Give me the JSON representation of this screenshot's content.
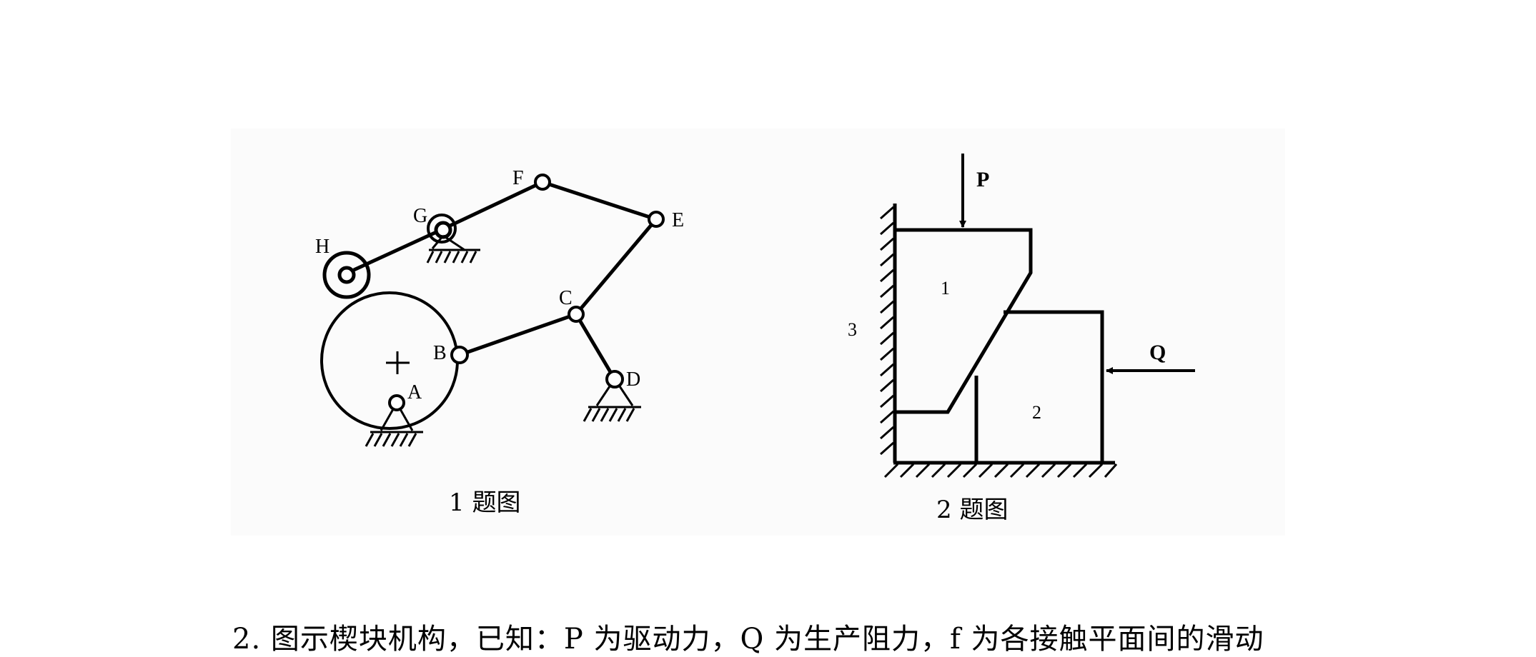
{
  "figure1": {
    "labels": {
      "F": "F",
      "G": "G",
      "H": "H",
      "E": "E",
      "C": "C",
      "B": "B",
      "A": "A",
      "D": "D"
    },
    "caption": "1 题图"
  },
  "figure2": {
    "labels": {
      "P": "P",
      "Q": "Q",
      "block1": "1",
      "block2": "2",
      "wall3": "3"
    },
    "caption": "2 题图"
  },
  "body_text": "2. 图示楔块机构，已知：P 为驱动力，Q 为生产阻力，f 为各接触平面间的滑动"
}
